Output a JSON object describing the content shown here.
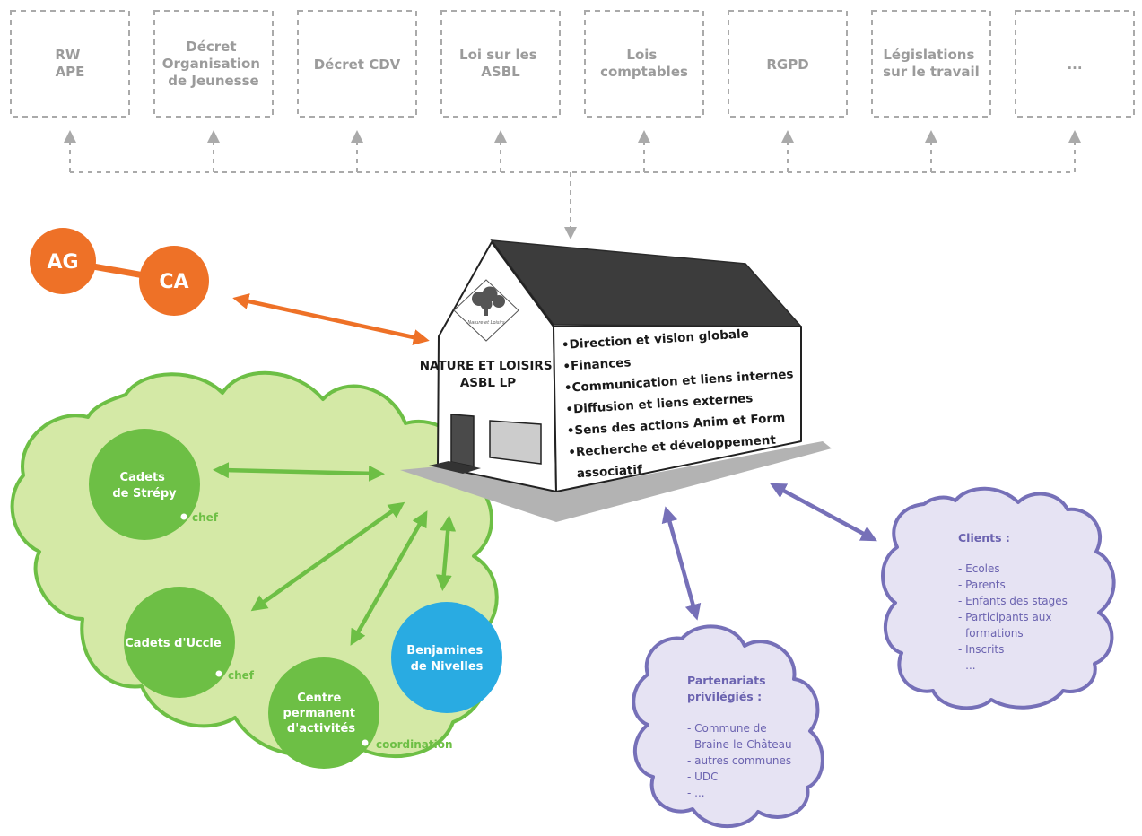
{
  "legislation": [
    {
      "lines": [
        "RW",
        "APE"
      ]
    },
    {
      "lines": [
        "Décret",
        "Organisation",
        "de Jeunesse"
      ]
    },
    {
      "lines": [
        "Décret CDV"
      ]
    },
    {
      "lines": [
        "Loi sur les",
        "ASBL"
      ]
    },
    {
      "lines": [
        "Lois",
        "comptables"
      ]
    },
    {
      "lines": [
        "RGPD"
      ]
    },
    {
      "lines": [
        "Législations",
        "sur le travail"
      ]
    },
    {
      "lines": [
        "..."
      ]
    }
  ],
  "governance": {
    "ag": "AG",
    "ca": "CA"
  },
  "house": {
    "name_lines": [
      "NATURE ET LOISIRS",
      "ASBL LP"
    ],
    "logo_text": "Nature et Loisirs",
    "missions": [
      "•Direction et vision globale",
      "•Finances",
      "•Communication et liens internes",
      "•Diffusion et liens externes",
      "•Sens des actions Anim et Form",
      "•Recherche et développement",
      "associatif"
    ]
  },
  "groups": {
    "strepy": {
      "lines": [
        "Cadets",
        "de Strépy"
      ],
      "tag": "chef"
    },
    "uccle": {
      "lines": [
        "Cadets d'Uccle"
      ],
      "tag": "chef"
    },
    "centre": {
      "lines": [
        "Centre",
        "permanent",
        "d'activités"
      ],
      "tag": "coordination"
    },
    "nivelles": {
      "lines": [
        "Benjamines",
        "de Nivelles"
      ]
    }
  },
  "partners": {
    "title_lines": [
      "Partenariats",
      "privilégiés :"
    ],
    "items": [
      "- Commune de",
      "Braine-le-Château",
      "- autres communes",
      "- UDC",
      "- ..."
    ]
  },
  "clients": {
    "title": "Clients :",
    "items": [
      "- Ecoles",
      "- Parents",
      "- Enfants des stages",
      "- Participants aux",
      "formations",
      "- Inscrits",
      "- ..."
    ]
  },
  "colors": {
    "orange": "#ee7127",
    "green": "#6dbf45",
    "light_green": "#d4e9a6",
    "blue": "#29abe2",
    "purple": "#7670b8",
    "light_purple": "#e6e3f3",
    "gray_dashed": "#aaaaaa",
    "roof": "#3c3c3c",
    "shadow": "#b3b3b3"
  }
}
